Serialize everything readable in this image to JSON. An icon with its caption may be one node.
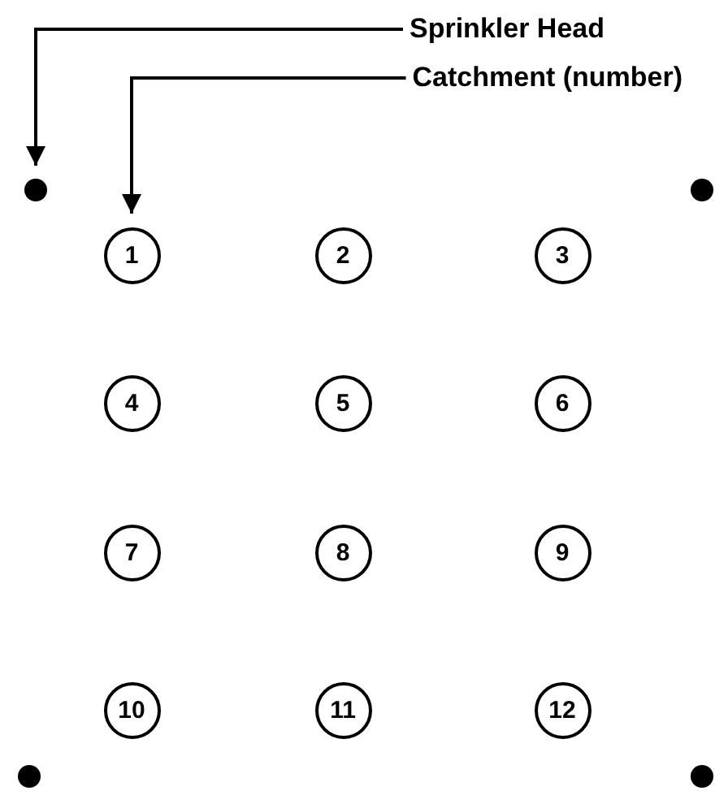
{
  "diagram": {
    "nodes": [
      {
        "text": [
          "Sprinkler Head"
        ]
      },
      {
        "text": [
          "Catchment (number)"
        ]
      },
      {
        "text": [],
        "shape": "circle"
      },
      {
        "text": [
          "1"
        ]
      },
      {
        "text": [
          "2"
        ]
      },
      {
        "text": [
          "3"
        ]
      },
      {
        "text": [],
        "shape": "circle"
      },
      {
        "text": [
          "4"
        ]
      },
      {
        "text": [
          "5"
        ]
      },
      {
        "text": [
          "6"
        ]
      },
      {
        "text": [
          "7"
        ]
      },
      {
        "text": [
          "8"
        ]
      },
      {
        "text": [
          "9"
        ]
      },
      {
        "text": [
          "10"
        ]
      },
      {
        "text": [
          "11"
        ]
      },
      {
        "text": [
          "12"
        ]
      },
      {
        "text": [],
        "shape": "circle"
      },
      {
        "text": [],
        "shape": "circle"
      }
    ],
    "edges": [
      {
        "from": 0,
        "to": 2,
        "arrow": "to"
      },
      {
        "from": 1,
        "to": 3,
        "arrow": "to"
      }
    ]
  }
}
